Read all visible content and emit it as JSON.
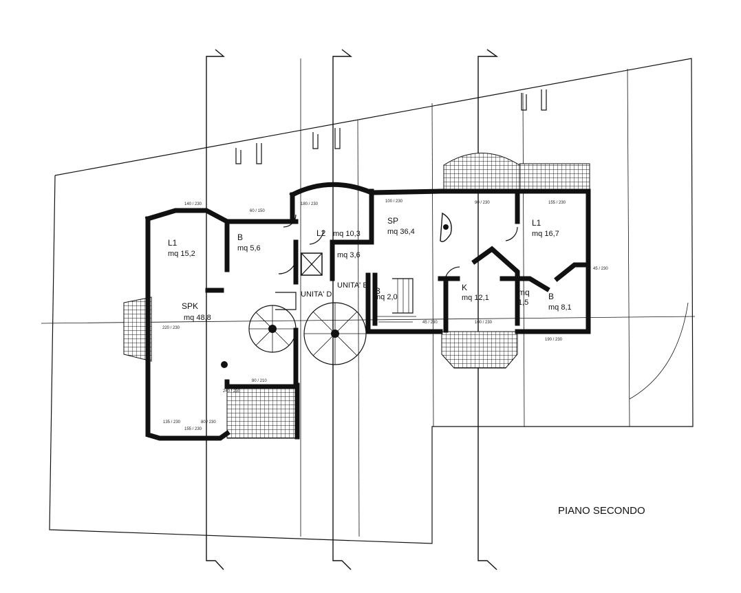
{
  "drawing_title": "PIANO SECONDO",
  "units": {
    "d_label": "UNITA' D",
    "e_label": "UNITA' E"
  },
  "rooms": {
    "l1_left": {
      "name": "L1",
      "area": "mq 15,2"
    },
    "b_small": {
      "name": "B",
      "area": "mq 5,6"
    },
    "l2": {
      "name": "L2",
      "area": "mq 10,3"
    },
    "closet": {
      "area": "mq 3,6"
    },
    "b_mini": {
      "name": "B",
      "area": "mq 2,0"
    },
    "spk": {
      "name": "SPK",
      "area": "mq 48,8"
    },
    "sp": {
      "name": "SP",
      "area": "mq 36,4"
    },
    "l1_right": {
      "name": "L1",
      "area": "mq 16,7"
    },
    "k": {
      "name": "K",
      "area": "mq 12,1"
    },
    "mq15": {
      "name": "mq",
      "area": "1,5"
    },
    "b_right": {
      "name": "B",
      "area": "mq 8,1"
    }
  },
  "dimensions": {
    "d1": "140 / 230",
    "d2": "60 / 150",
    "d3": "180 / 230",
    "d4": "100 / 230",
    "d5": "90 / 230",
    "d6": "155 / 230",
    "d7": "45 / 230",
    "d8": "220 / 230",
    "d9": "100 / 230",
    "d10": "45 / 230",
    "d11": "190 / 230",
    "d12": "155 / 230",
    "d13": "135 / 230",
    "d14": "80 / 230",
    "d15": "80 / 210",
    "d16": "240 / 230"
  }
}
